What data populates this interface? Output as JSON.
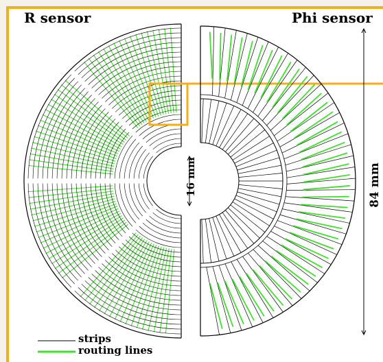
{
  "titles": {
    "r_sensor": "R sensor",
    "phi_sensor": "Phi sensor"
  },
  "dimensions": {
    "inner": "16 mm",
    "outer": "84 mm"
  },
  "legend": {
    "strips": "strips",
    "routing": "routing lines"
  },
  "colors": {
    "frame": "#f5ad18",
    "highlight": "#f5ad18",
    "routing": "#3ee02a",
    "strips": "#000000"
  }
}
